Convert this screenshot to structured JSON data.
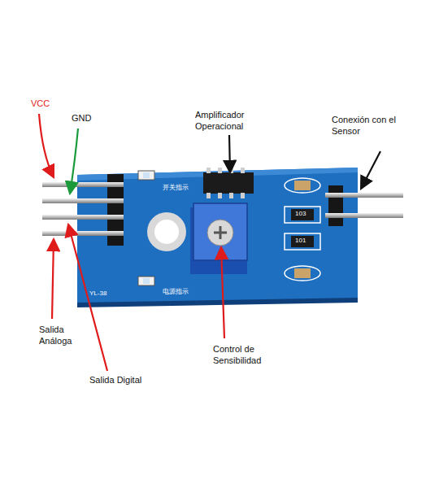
{
  "diagram": {
    "labels": [
      "VCC",
      "GND",
      "Amplificador Operacional",
      "Conexión con el Sensor",
      "Salida Análoga",
      "Salida Digital",
      "Control de Sensibilidad",
      "开关指示",
      "电源指示",
      "YL-38",
      "103",
      "101"
    ]
  }
}
